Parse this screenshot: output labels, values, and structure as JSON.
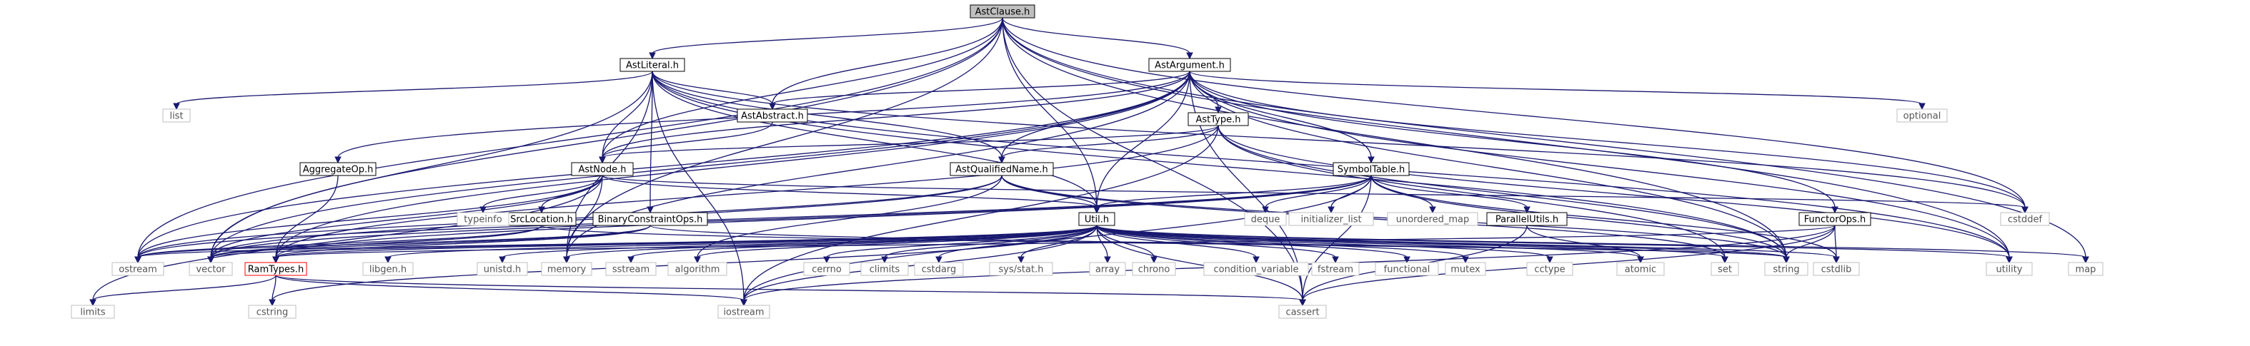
{
  "colors": {
    "edge": "#191970",
    "root_fill": "#bfbfbf",
    "root_border": "#000000",
    "node_fill": "#ffffff",
    "node_border": "#000000",
    "highlight_border": "#ff0000",
    "external_border": "#bfbfbf",
    "external_text": "#555555"
  },
  "nodes": [
    {
      "id": "AstClause",
      "label": "AstClause.h",
      "kind": "root"
    },
    {
      "id": "AstLiteral",
      "label": "AstLiteral.h",
      "kind": "file"
    },
    {
      "id": "AstArgument",
      "label": "AstArgument.h",
      "kind": "file"
    },
    {
      "id": "AstAbstract",
      "label": "AstAbstract.h",
      "kind": "file"
    },
    {
      "id": "AstType",
      "label": "AstType.h",
      "kind": "file"
    },
    {
      "id": "AstNode",
      "label": "AstNode.h",
      "kind": "file"
    },
    {
      "id": "AstQualifiedName",
      "label": "AstQualifiedName.h",
      "kind": "file"
    },
    {
      "id": "AggregateOp",
      "label": "AggregateOp.h",
      "kind": "file"
    },
    {
      "id": "SymbolTable",
      "label": "SymbolTable.h",
      "kind": "file"
    },
    {
      "id": "SrcLocation",
      "label": "SrcLocation.h",
      "kind": "file"
    },
    {
      "id": "BinaryConstraintOps",
      "label": "BinaryConstraintOps.h",
      "kind": "file"
    },
    {
      "id": "Util",
      "label": "Util.h",
      "kind": "file"
    },
    {
      "id": "ParallelUtils",
      "label": "ParallelUtils.h",
      "kind": "file"
    },
    {
      "id": "FunctorOps",
      "label": "FunctorOps.h",
      "kind": "file"
    },
    {
      "id": "RamTypes",
      "label": "RamTypes.h",
      "kind": "highlight"
    },
    {
      "id": "list",
      "label": "list",
      "kind": "external"
    },
    {
      "id": "optional",
      "label": "optional",
      "kind": "external"
    },
    {
      "id": "typeinfo",
      "label": "typeinfo",
      "kind": "external"
    },
    {
      "id": "deque",
      "label": "deque",
      "kind": "external"
    },
    {
      "id": "initializer_list",
      "label": "initializer_list",
      "kind": "external"
    },
    {
      "id": "unordered_map",
      "label": "unordered_map",
      "kind": "external"
    },
    {
      "id": "cstddef",
      "label": "cstddef",
      "kind": "external"
    },
    {
      "id": "ostream",
      "label": "ostream",
      "kind": "external"
    },
    {
      "id": "vector",
      "label": "vector",
      "kind": "external"
    },
    {
      "id": "libgen",
      "label": "libgen.h",
      "kind": "external"
    },
    {
      "id": "unistd",
      "label": "unistd.h",
      "kind": "external"
    },
    {
      "id": "memory",
      "label": "memory",
      "kind": "external"
    },
    {
      "id": "sstream",
      "label": "sstream",
      "kind": "external"
    },
    {
      "id": "algorithm",
      "label": "algorithm",
      "kind": "external"
    },
    {
      "id": "cerrno",
      "label": "cerrno",
      "kind": "external"
    },
    {
      "id": "climits",
      "label": "climits",
      "kind": "external"
    },
    {
      "id": "cstdarg",
      "label": "cstdarg",
      "kind": "external"
    },
    {
      "id": "sysstat",
      "label": "sys/stat.h",
      "kind": "external"
    },
    {
      "id": "array",
      "label": "array",
      "kind": "external"
    },
    {
      "id": "chrono",
      "label": "chrono",
      "kind": "external"
    },
    {
      "id": "condition_variable",
      "label": "condition_variable",
      "kind": "external"
    },
    {
      "id": "fstream",
      "label": "fstream",
      "kind": "external"
    },
    {
      "id": "functional",
      "label": "functional",
      "kind": "external"
    },
    {
      "id": "mutex",
      "label": "mutex",
      "kind": "external"
    },
    {
      "id": "cctype",
      "label": "cctype",
      "kind": "external"
    },
    {
      "id": "atomic",
      "label": "atomic",
      "kind": "external"
    },
    {
      "id": "set",
      "label": "set",
      "kind": "external"
    },
    {
      "id": "string",
      "label": "string",
      "kind": "external"
    },
    {
      "id": "cstdlib",
      "label": "cstdlib",
      "kind": "external"
    },
    {
      "id": "utility",
      "label": "utility",
      "kind": "external"
    },
    {
      "id": "map",
      "label": "map",
      "kind": "external"
    },
    {
      "id": "limits",
      "label": "limits",
      "kind": "external"
    },
    {
      "id": "cstring",
      "label": "cstring",
      "kind": "external"
    },
    {
      "id": "iostream",
      "label": "iostream",
      "kind": "external"
    },
    {
      "id": "cassert",
      "label": "cassert",
      "kind": "external"
    }
  ],
  "edges": [
    [
      "AstClause",
      "AstLiteral"
    ],
    [
      "AstClause",
      "AstArgument"
    ],
    [
      "AstClause",
      "AstAbstract"
    ],
    [
      "AstClause",
      "AstNode"
    ],
    [
      "AstClause",
      "Util"
    ],
    [
      "AstClause",
      "ostream"
    ],
    [
      "AstClause",
      "vector"
    ],
    [
      "AstClause",
      "memory"
    ],
    [
      "AstClause",
      "string"
    ],
    [
      "AstClause",
      "utility"
    ],
    [
      "AstClause",
      "map"
    ],
    [
      "AstClause",
      "cstddef"
    ],
    [
      "AstClause",
      "cassert"
    ],
    [
      "AstLiteral",
      "list"
    ],
    [
      "AstLiteral",
      "AstAbstract"
    ],
    [
      "AstLiteral",
      "AstNode"
    ],
    [
      "AstLiteral",
      "AstQualifiedName"
    ],
    [
      "AstLiteral",
      "BinaryConstraintOps"
    ],
    [
      "AstLiteral",
      "Util"
    ],
    [
      "AstLiteral",
      "vector"
    ],
    [
      "AstLiteral",
      "memory"
    ],
    [
      "AstLiteral",
      "iostream"
    ],
    [
      "AstLiteral",
      "string"
    ],
    [
      "AstLiteral",
      "cstddef"
    ],
    [
      "AstLiteral",
      "utility"
    ],
    [
      "AstArgument",
      "AstAbstract"
    ],
    [
      "AstArgument",
      "AstNode"
    ],
    [
      "AstArgument",
      "AstQualifiedName"
    ],
    [
      "AstArgument",
      "AstType"
    ],
    [
      "AstArgument",
      "AggregateOp"
    ],
    [
      "AstArgument",
      "SymbolTable"
    ],
    [
      "AstArgument",
      "Util"
    ],
    [
      "AstArgument",
      "FunctorOps"
    ],
    [
      "AstArgument",
      "RamTypes"
    ],
    [
      "AstArgument",
      "optional"
    ],
    [
      "AstArgument",
      "ostream"
    ],
    [
      "AstArgument",
      "vector"
    ],
    [
      "AstArgument",
      "memory"
    ],
    [
      "AstArgument",
      "string"
    ],
    [
      "AstArgument",
      "utility"
    ],
    [
      "AstArgument",
      "cstddef"
    ],
    [
      "AstArgument",
      "cassert"
    ],
    [
      "AstAbstract",
      "AstNode"
    ],
    [
      "AstType",
      "AstNode"
    ],
    [
      "AstType",
      "AstQualifiedName"
    ],
    [
      "AstType",
      "RamTypes"
    ],
    [
      "AstType",
      "set"
    ],
    [
      "AstType",
      "string"
    ],
    [
      "AstType",
      "utility"
    ],
    [
      "AstType",
      "iostream"
    ],
    [
      "AstNode",
      "typeinfo"
    ],
    [
      "AstNode",
      "SrcLocation"
    ],
    [
      "AstNode",
      "Util"
    ],
    [
      "AstNode",
      "ostream"
    ],
    [
      "AstNode",
      "vector"
    ],
    [
      "AstNode",
      "memory"
    ],
    [
      "AstNode",
      "cstddef"
    ],
    [
      "AstNode",
      "limits"
    ],
    [
      "AstQualifiedName",
      "Util"
    ],
    [
      "AstQualifiedName",
      "ostream"
    ],
    [
      "AstQualifiedName",
      "vector"
    ],
    [
      "AstQualifiedName",
      "algorithm"
    ],
    [
      "AstQualifiedName",
      "string"
    ],
    [
      "AstQualifiedName",
      "set"
    ],
    [
      "AggregateOp",
      "RamTypes"
    ],
    [
      "SymbolTable",
      "deque"
    ],
    [
      "SymbolTable",
      "initializer_list"
    ],
    [
      "SymbolTable",
      "unordered_map"
    ],
    [
      "SymbolTable",
      "ParallelUtils"
    ],
    [
      "SymbolTable",
      "Util"
    ],
    [
      "SymbolTable",
      "RamTypes"
    ],
    [
      "SymbolTable",
      "ostream"
    ],
    [
      "SymbolTable",
      "vector"
    ],
    [
      "SymbolTable",
      "string"
    ],
    [
      "SymbolTable",
      "cassert"
    ],
    [
      "SymbolTable",
      "cstdlib"
    ],
    [
      "SymbolTable",
      "iostream"
    ],
    [
      "SrcLocation",
      "ostream"
    ],
    [
      "SrcLocation",
      "vector"
    ],
    [
      "SrcLocation",
      "string"
    ],
    [
      "BinaryConstraintOps",
      "RamTypes"
    ],
    [
      "BinaryConstraintOps",
      "ostream"
    ],
    [
      "BinaryConstraintOps",
      "vector"
    ],
    [
      "BinaryConstraintOps",
      "string"
    ],
    [
      "Util",
      "RamTypes"
    ],
    [
      "Util",
      "libgen"
    ],
    [
      "Util",
      "unistd"
    ],
    [
      "Util",
      "memory"
    ],
    [
      "Util",
      "sstream"
    ],
    [
      "Util",
      "algorithm"
    ],
    [
      "Util",
      "cerrno"
    ],
    [
      "Util",
      "climits"
    ],
    [
      "Util",
      "cstdarg"
    ],
    [
      "Util",
      "sysstat"
    ],
    [
      "Util",
      "array"
    ],
    [
      "Util",
      "chrono"
    ],
    [
      "Util",
      "condition_variable"
    ],
    [
      "Util",
      "fstream"
    ],
    [
      "Util",
      "functional"
    ],
    [
      "Util",
      "mutex"
    ],
    [
      "Util",
      "cctype"
    ],
    [
      "Util",
      "atomic"
    ],
    [
      "Util",
      "set"
    ],
    [
      "Util",
      "string"
    ],
    [
      "Util",
      "cstdlib"
    ],
    [
      "Util",
      "utility"
    ],
    [
      "Util",
      "map"
    ],
    [
      "Util",
      "cstring"
    ],
    [
      "Util",
      "iostream"
    ],
    [
      "Util",
      "cassert"
    ],
    [
      "Util",
      "ostream"
    ],
    [
      "Util",
      "vector"
    ],
    [
      "ParallelUtils",
      "atomic"
    ],
    [
      "ParallelUtils",
      "cassert"
    ],
    [
      "FunctorOps",
      "RamTypes"
    ],
    [
      "FunctorOps",
      "cstdlib"
    ],
    [
      "FunctorOps",
      "cassert"
    ],
    [
      "FunctorOps",
      "iostream"
    ],
    [
      "FunctorOps",
      "string"
    ],
    [
      "RamTypes",
      "limits"
    ],
    [
      "RamTypes",
      "cstring"
    ],
    [
      "RamTypes",
      "iostream"
    ],
    [
      "RamTypes",
      "cassert"
    ]
  ]
}
